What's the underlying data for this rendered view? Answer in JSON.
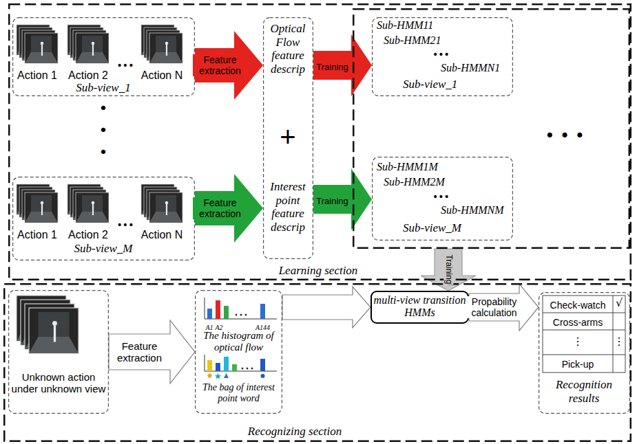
{
  "diagram": {
    "nodes": [
      {
        "text": [
          "Learning section"
        ]
      },
      {
        "text": [
          "Action 1",
          "Action 2",
          "•••",
          "Action N",
          "Sub-view_1"
        ],
        "in": 0
      },
      {
        "text": [
          "Action 1",
          "Action 2",
          "•••",
          "Action N",
          "Sub-view_M"
        ],
        "in": 0
      },
      {
        "text": [
          "Optical Flow feature descrip",
          "+",
          "Interest point feature descrip"
        ],
        "in": 0
      },
      {
        "text": [],
        "in": 0
      },
      {
        "text": [
          "Sub-HMM11",
          "Sub-HMM21",
          "•••",
          "Sub-HMMN1",
          "Sub-view_1"
        ],
        "in": 4
      },
      {
        "text": [
          "Sub-HMM1M",
          "Sub-HMM2M",
          "•••",
          "Sub-HMMNM",
          "Sub-view_M"
        ],
        "in": 4
      },
      {
        "text": [
          "Recognizing section"
        ]
      },
      {
        "text": [
          "Unknown action under unknown view"
        ],
        "in": 7
      },
      {
        "text": [
          "A1",
          "A2",
          "A144",
          "The histogram of optical flow",
          "The bag of interest point word"
        ],
        "in": 7
      },
      {
        "text": [
          "multi-view transition HMMs"
        ],
        "in": 7
      },
      {
        "text": [
          "Check-watch",
          "√",
          "Cross-arms",
          "⋮",
          "⋮",
          "Pick-up",
          "Recognition results"
        ],
        "in": 7
      }
    ],
    "edges": [
      {
        "from": 1,
        "to": 3,
        "arrow": "to",
        "label": "Feature extraction"
      },
      {
        "from": 2,
        "to": 3,
        "arrow": "to",
        "label": "Feature extraction"
      },
      {
        "from": 3,
        "to": 5,
        "arrow": "to",
        "label": "Training"
      },
      {
        "from": 3,
        "to": 6,
        "arrow": "to",
        "label": "Training"
      },
      {
        "from": 4,
        "to": 10,
        "arrow": "to",
        "label": "Training"
      },
      {
        "from": 8,
        "to": 9,
        "arrow": "to",
        "label": "Feature extraction"
      },
      {
        "from": 9,
        "to": 10,
        "arrow": "to"
      },
      {
        "from": 10,
        "to": 11,
        "arrow": "to",
        "label": "Propability calculation"
      }
    ],
    "labels": [
      "•",
      "•",
      "•",
      "• • •"
    ]
  }
}
